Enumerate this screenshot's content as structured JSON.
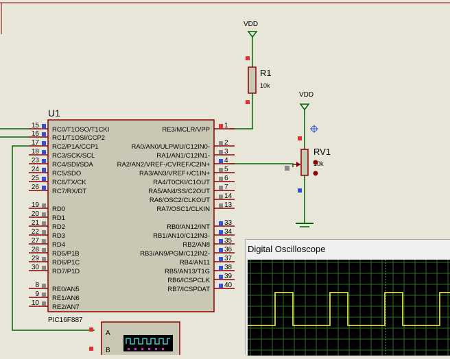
{
  "schematic": {
    "vdd_label_1": "VDD",
    "vdd_label_2": "VDD",
    "r1": {
      "ref": "R1",
      "value": "10k"
    },
    "rv1": {
      "ref": "RV1",
      "value": "10k"
    },
    "u1": {
      "ref": "U1",
      "part": "PIC16F887",
      "left_pins": [
        {
          "num": "15",
          "name": "RC0/T1OSO/T1CKI"
        },
        {
          "num": "16",
          "name": "RC1/T1OSI/CCP2"
        },
        {
          "num": "17",
          "name": "RC2/P1A/CCP1"
        },
        {
          "num": "18",
          "name": "RC3/SCK/SCL"
        },
        {
          "num": "23",
          "name": "RC4/SDI/SDA"
        },
        {
          "num": "24",
          "name": "RC5/SDO"
        },
        {
          "num": "25",
          "name": "RC6/TX/CK"
        },
        {
          "num": "26",
          "name": "RC7/RX/DT"
        },
        {
          "num": "19",
          "name": "RD0"
        },
        {
          "num": "20",
          "name": "RD1"
        },
        {
          "num": "21",
          "name": "RD2"
        },
        {
          "num": "22",
          "name": "RD3"
        },
        {
          "num": "27",
          "name": "RD4"
        },
        {
          "num": "28",
          "name": "RD5/P1B"
        },
        {
          "num": "29",
          "name": "RD6/P1C"
        },
        {
          "num": "30",
          "name": "RD7/P1D"
        },
        {
          "num": "8",
          "name": "RE0/AN5"
        },
        {
          "num": "9",
          "name": "RE1/AN6"
        },
        {
          "num": "10",
          "name": "RE2/AN7"
        }
      ],
      "right_pins": [
        {
          "num": "1",
          "name": "RE3/MCLR/VPP"
        },
        {
          "num": "2",
          "name": "RA0/AN0/ULPWU/C12IN0-"
        },
        {
          "num": "3",
          "name": "RA1/AN1/C12IN1-"
        },
        {
          "num": "4",
          "name": "RA2/AN2/VREF-/CVREF/C2IN+"
        },
        {
          "num": "5",
          "name": "RA3/AN3/VREF+/C1IN+"
        },
        {
          "num": "6",
          "name": "RA4/T0CKI/C1OUT"
        },
        {
          "num": "7",
          "name": "RA5/AN4/SS/C2OUT"
        },
        {
          "num": "14",
          "name": "RA6/OSC2/CLKOUT"
        },
        {
          "num": "13",
          "name": "RA7/OSC1/CLKIN"
        },
        {
          "num": "33",
          "name": "RB0/AN12/INT"
        },
        {
          "num": "34",
          "name": "RB1/AN10/C12IN3-"
        },
        {
          "num": "35",
          "name": "RB2/AN8"
        },
        {
          "num": "36",
          "name": "RB3/AN9/PGM/C12IN2-"
        },
        {
          "num": "37",
          "name": "RB4/AN11"
        },
        {
          "num": "38",
          "name": "RB5/AN13/T1G"
        },
        {
          "num": "39",
          "name": "RB6/ICSPCLK"
        },
        {
          "num": "40",
          "name": "RB7/ICSPDAT"
        }
      ]
    },
    "instrument_pins": [
      "A",
      "B"
    ]
  },
  "oscilloscope": {
    "title": "Digital Oscilloscope"
  },
  "colors": {
    "background": "#e8e6d8",
    "wire": "#006400",
    "component_border": "#8b0000",
    "chip_fill": "#c8c8b4",
    "resistor_fill": "#c8c8b4",
    "pin_red": "#e03030",
    "pin_blue": "#3050e0",
    "trace": "#ffff66",
    "grid": "#2d6b2d"
  }
}
